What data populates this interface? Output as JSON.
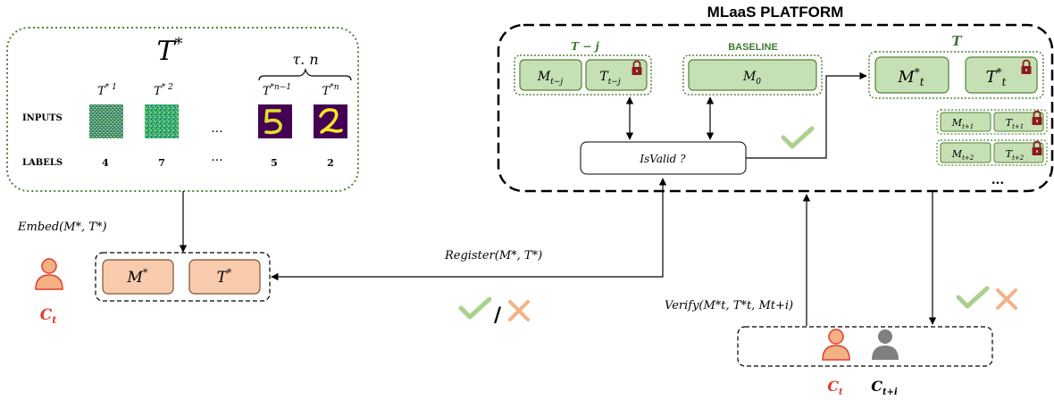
{
  "platform": {
    "title": "MLaaS PLATFORM",
    "group_prev": {
      "label": "T − j",
      "model": "M",
      "model_sub": "t−j",
      "trigger": "T",
      "trigger_sub": "t−j"
    },
    "group_baseline": {
      "label": "BASELINE",
      "model": "M",
      "model_sub": "0"
    },
    "group_current": {
      "label": "T",
      "model": "M",
      "model_sup": "*",
      "model_sub": "t",
      "trigger": "T",
      "trigger_sup": "*",
      "trigger_sub": "t"
    },
    "future_1": {
      "model": "M",
      "model_sub": "t+1",
      "trigger": "T",
      "trigger_sub": "t+1"
    },
    "future_2": {
      "model": "M",
      "model_sub": "t+2",
      "trigger": "T",
      "trigger_sub": "t+2"
    },
    "ellipsis": "...",
    "isvalid": "IsValid ?"
  },
  "trigger_set": {
    "title": "T",
    "title_sup": "*",
    "brace_label": "τ. n",
    "row_inputs": "INPUTS",
    "row_labels": "LABELS",
    "ellipsis": "...",
    "samples": [
      {
        "head": "T",
        "head_sup": "* 1",
        "label": "4",
        "kind": "noise"
      },
      {
        "head": "T",
        "head_sup": "* 2",
        "label": "7",
        "kind": "noise"
      },
      {
        "head": "T",
        "head_sup": "*n−1",
        "label": "5",
        "kind": "digit",
        "digit": "5"
      },
      {
        "head": "T",
        "head_sup": "*n",
        "label": "2",
        "kind": "digit",
        "digit": "2"
      }
    ]
  },
  "embed_label": "Embed(M*, T*)",
  "client_pair": {
    "model": "M",
    "model_sup": "*",
    "trigger": "T",
    "trigger_sup": "*"
  },
  "register_label": "Register(M*, T*)",
  "verify_label": "Verify(M*t, T*t, Mt+i)",
  "result_separator": "/",
  "users": [
    {
      "letter": "C",
      "sub": "t"
    },
    {
      "letter": "C",
      "sub": "t"
    },
    {
      "letter": "C",
      "sub": "t+i"
    }
  ],
  "colors": {
    "green_fill": "#c5e0b4",
    "green_stroke": "#548235",
    "green_dark": "#3e7a33",
    "orange_fill": "#f8cbad",
    "orange_stroke": "#7f4f2f",
    "check": "#a9d18e",
    "cross": "#f4b183",
    "user_red": "#e03c31",
    "user_grey": "#7f7f7f",
    "lock": "#8a1c1c"
  }
}
